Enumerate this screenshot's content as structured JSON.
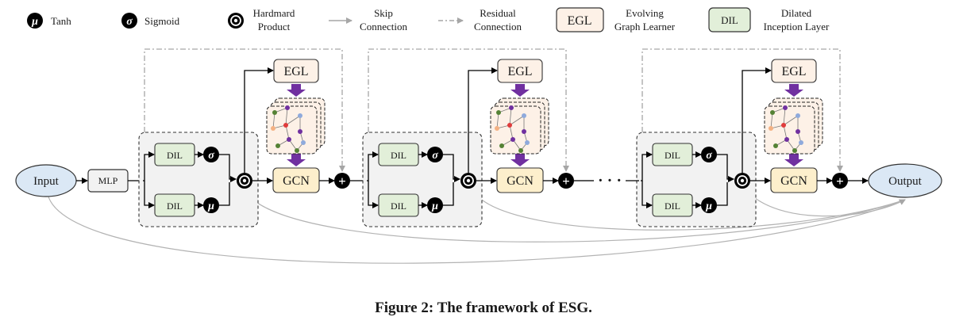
{
  "legend": {
    "tanh": {
      "symbol": "μ",
      "label": "Tanh"
    },
    "sigmoid": {
      "symbol": "σ",
      "label": "Sigmoid"
    },
    "hadamard": {
      "line1": "Hardmard",
      "line2": "Product"
    },
    "skip": {
      "line1": "Skip",
      "line2": "Connection"
    },
    "residual": {
      "line1": "Residual",
      "line2": "Connection"
    },
    "egl": {
      "box": "EGL",
      "line1": "Evolving",
      "line2": "Graph Learner"
    },
    "dil": {
      "box": "DIL",
      "line1": "Dilated",
      "line2": "Inception Layer"
    }
  },
  "nodes": {
    "input": "Input",
    "output": "Output",
    "mlp": "MLP",
    "dil": "DIL",
    "egl": "EGL",
    "gcn": "GCN",
    "sigma": "σ",
    "mu": "μ",
    "plus": "+",
    "ellipsis": "· · ·"
  },
  "caption": "Figure 2: The framework of ESG.",
  "colors": {
    "input_fill": "#dbe8f5",
    "dil_fill": "#e2efd9",
    "egl_fill": "#fdf1e7",
    "gcn_fill": "#fdefcc",
    "block_fill": "#f2f2f2",
    "arrow_purple": "#7030a0",
    "gray_line": "#a6a6a6"
  }
}
